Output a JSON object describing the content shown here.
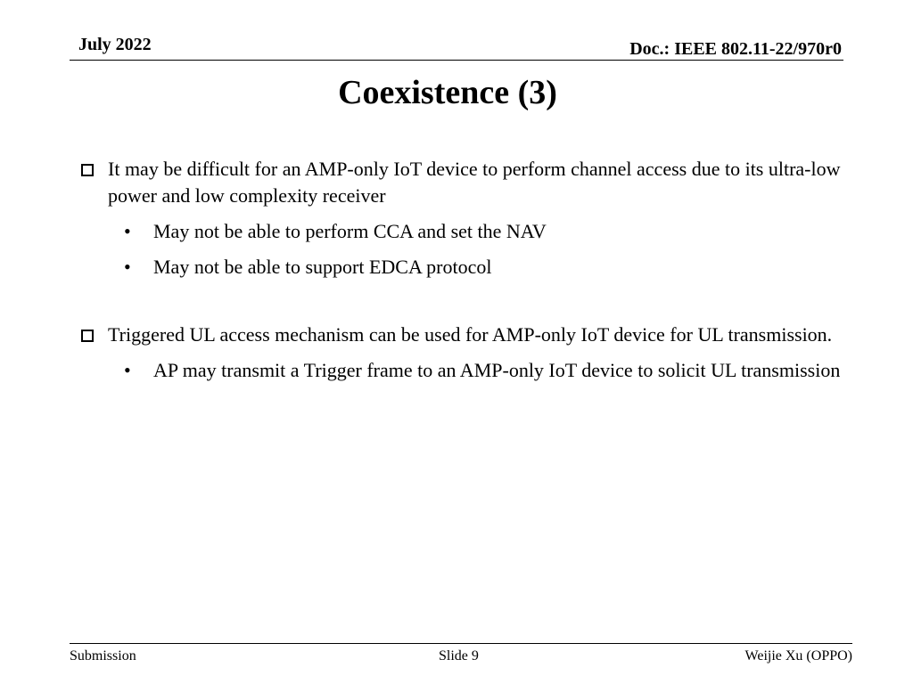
{
  "header": {
    "date": "July 2022",
    "doc": "Doc.: IEEE 802.11-22/970r0"
  },
  "slide": {
    "title": "Coexistence (3)",
    "bullets": [
      {
        "icon": "square-bullet-icon",
        "text": "It may be difficult for an AMP-only IoT device to perform channel access due to its ultra-low power and low complexity receiver",
        "subbullets": [
          "May not be able to perform CCA and set the NAV",
          "May not be able to support EDCA protocol"
        ]
      },
      {
        "icon": "square-bullet-icon",
        "text": "Triggered UL access mechanism can be used for AMP-only IoT device for UL transmission.",
        "subbullets": [
          "AP  may transmit a Trigger frame to an AMP-only IoT device to solicit UL transmission"
        ]
      }
    ]
  },
  "footer": {
    "left": "Submission",
    "center": "Slide 9",
    "right": "Weijie Xu (OPPO)"
  }
}
